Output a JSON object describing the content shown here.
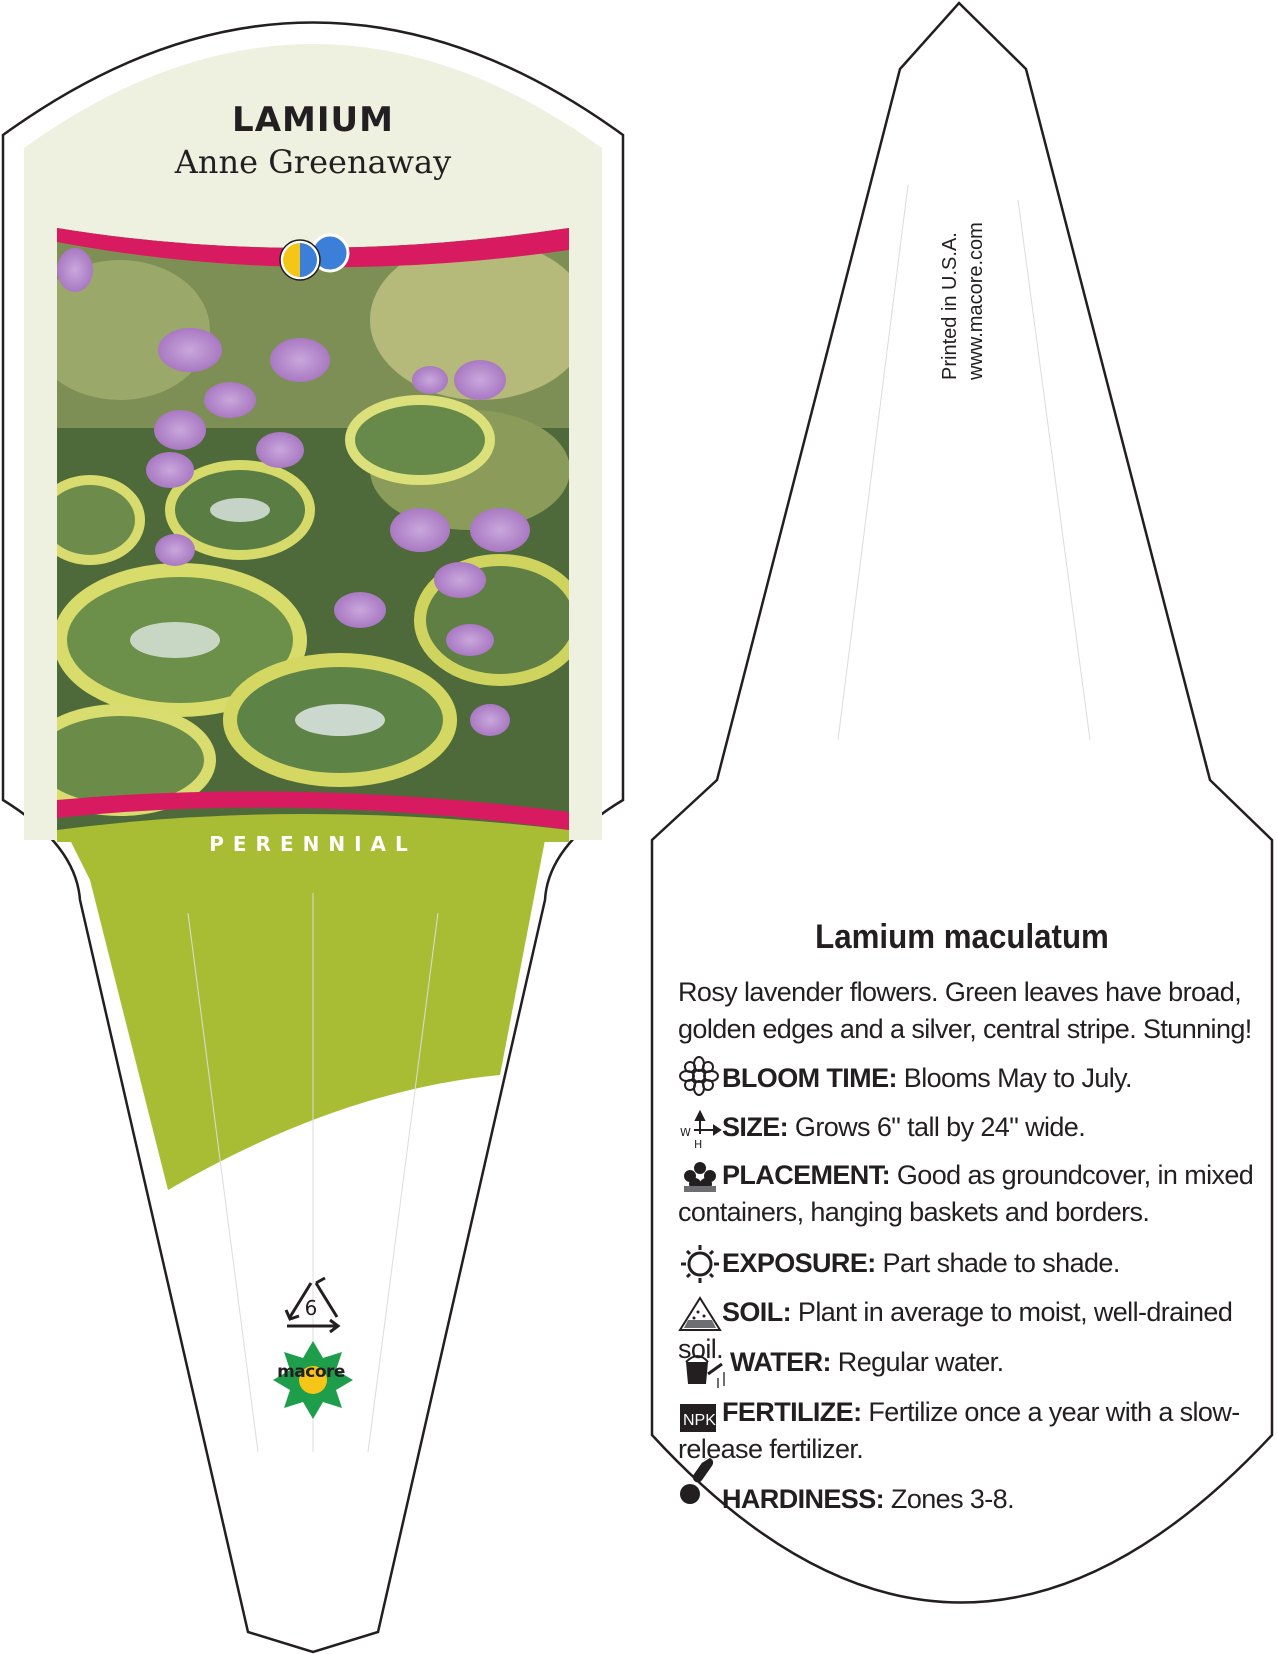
{
  "front": {
    "title": "LAMIUM",
    "subtitle": "Anne Greenaway",
    "category": "PERENNIAL",
    "recycle_code": "6",
    "logo": "macore",
    "colors": {
      "cream": "#eef0e0",
      "magenta": "#d81b60",
      "green": "#a9bd34"
    }
  },
  "back": {
    "printed_in": "Printed in U.S.A.",
    "website": "www.macore.com",
    "botanical_name": "Lamium maculatum",
    "description": "Rosy lavender flowers. Green leaves have broad, golden edges and a silver, central stripe. Stunning!",
    "care": [
      {
        "icon": "flower-icon",
        "label": "BLOOM TIME:",
        "text": "Blooms May to July."
      },
      {
        "icon": "size-icon",
        "label": "SIZE:",
        "text": "Grows 6\" tall by 24\" wide."
      },
      {
        "icon": "placement-icon",
        "label": "PLACEMENT:",
        "text": "Good as groundcover, in mixed containers, hanging baskets and borders."
      },
      {
        "icon": "sun-icon",
        "label": "EXPOSURE:",
        "text": "Part shade to shade."
      },
      {
        "icon": "soil-icon",
        "label": "SOIL:",
        "text": "Plant in average to moist, well-drained soil."
      },
      {
        "icon": "watering-can-icon",
        "label": "WATER:",
        "text": "Regular water."
      },
      {
        "icon": "npk-icon",
        "label": "FERTILIZE:",
        "text": "Fertilize once a year with a slow-release fertilizer."
      },
      {
        "icon": "thermometer-icon",
        "label": "HARDINESS:",
        "text": "Zones 3-8."
      }
    ]
  }
}
